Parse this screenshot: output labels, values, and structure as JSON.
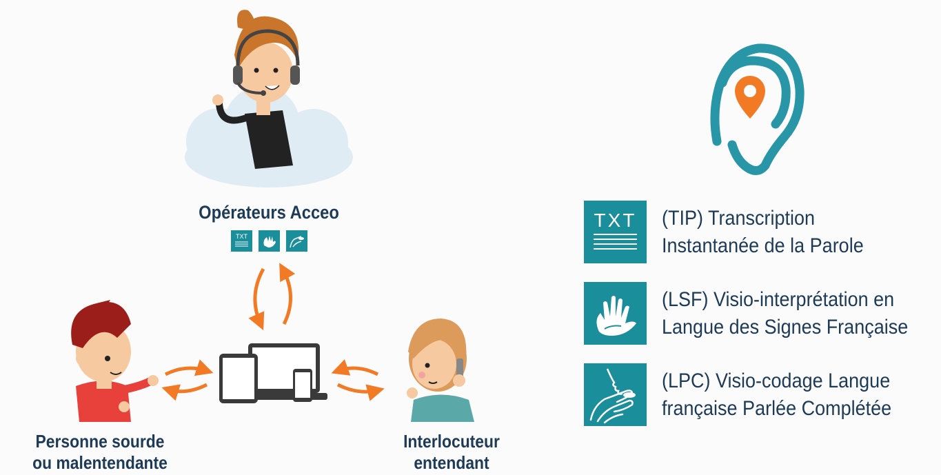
{
  "operators": {
    "label": "Opérateurs Acceo"
  },
  "person": {
    "line1": "Personne sourde",
    "line2": "ou malentendante"
  },
  "interlocutor": {
    "line1": "Interlocuteur",
    "line2": "entendant"
  },
  "services": [
    {
      "icon": "txt-document-icon",
      "icon_text": "TXT",
      "line1": "(TIP) Transcription",
      "line2": "Instantanée de la Parole"
    },
    {
      "icon": "sign-hands-icon",
      "line1": "(LSF) Visio-interprétation en",
      "line2": "Langue des Signes Française"
    },
    {
      "icon": "cued-speech-icon",
      "line1": "(LPC) Visio-codage Langue",
      "line2": "française Parlée Complétée"
    }
  ],
  "colors": {
    "teal": "#1b8e9c",
    "navy": "#1d3a56",
    "orange": "#f27a25",
    "ear_teal": "#2996a8"
  }
}
